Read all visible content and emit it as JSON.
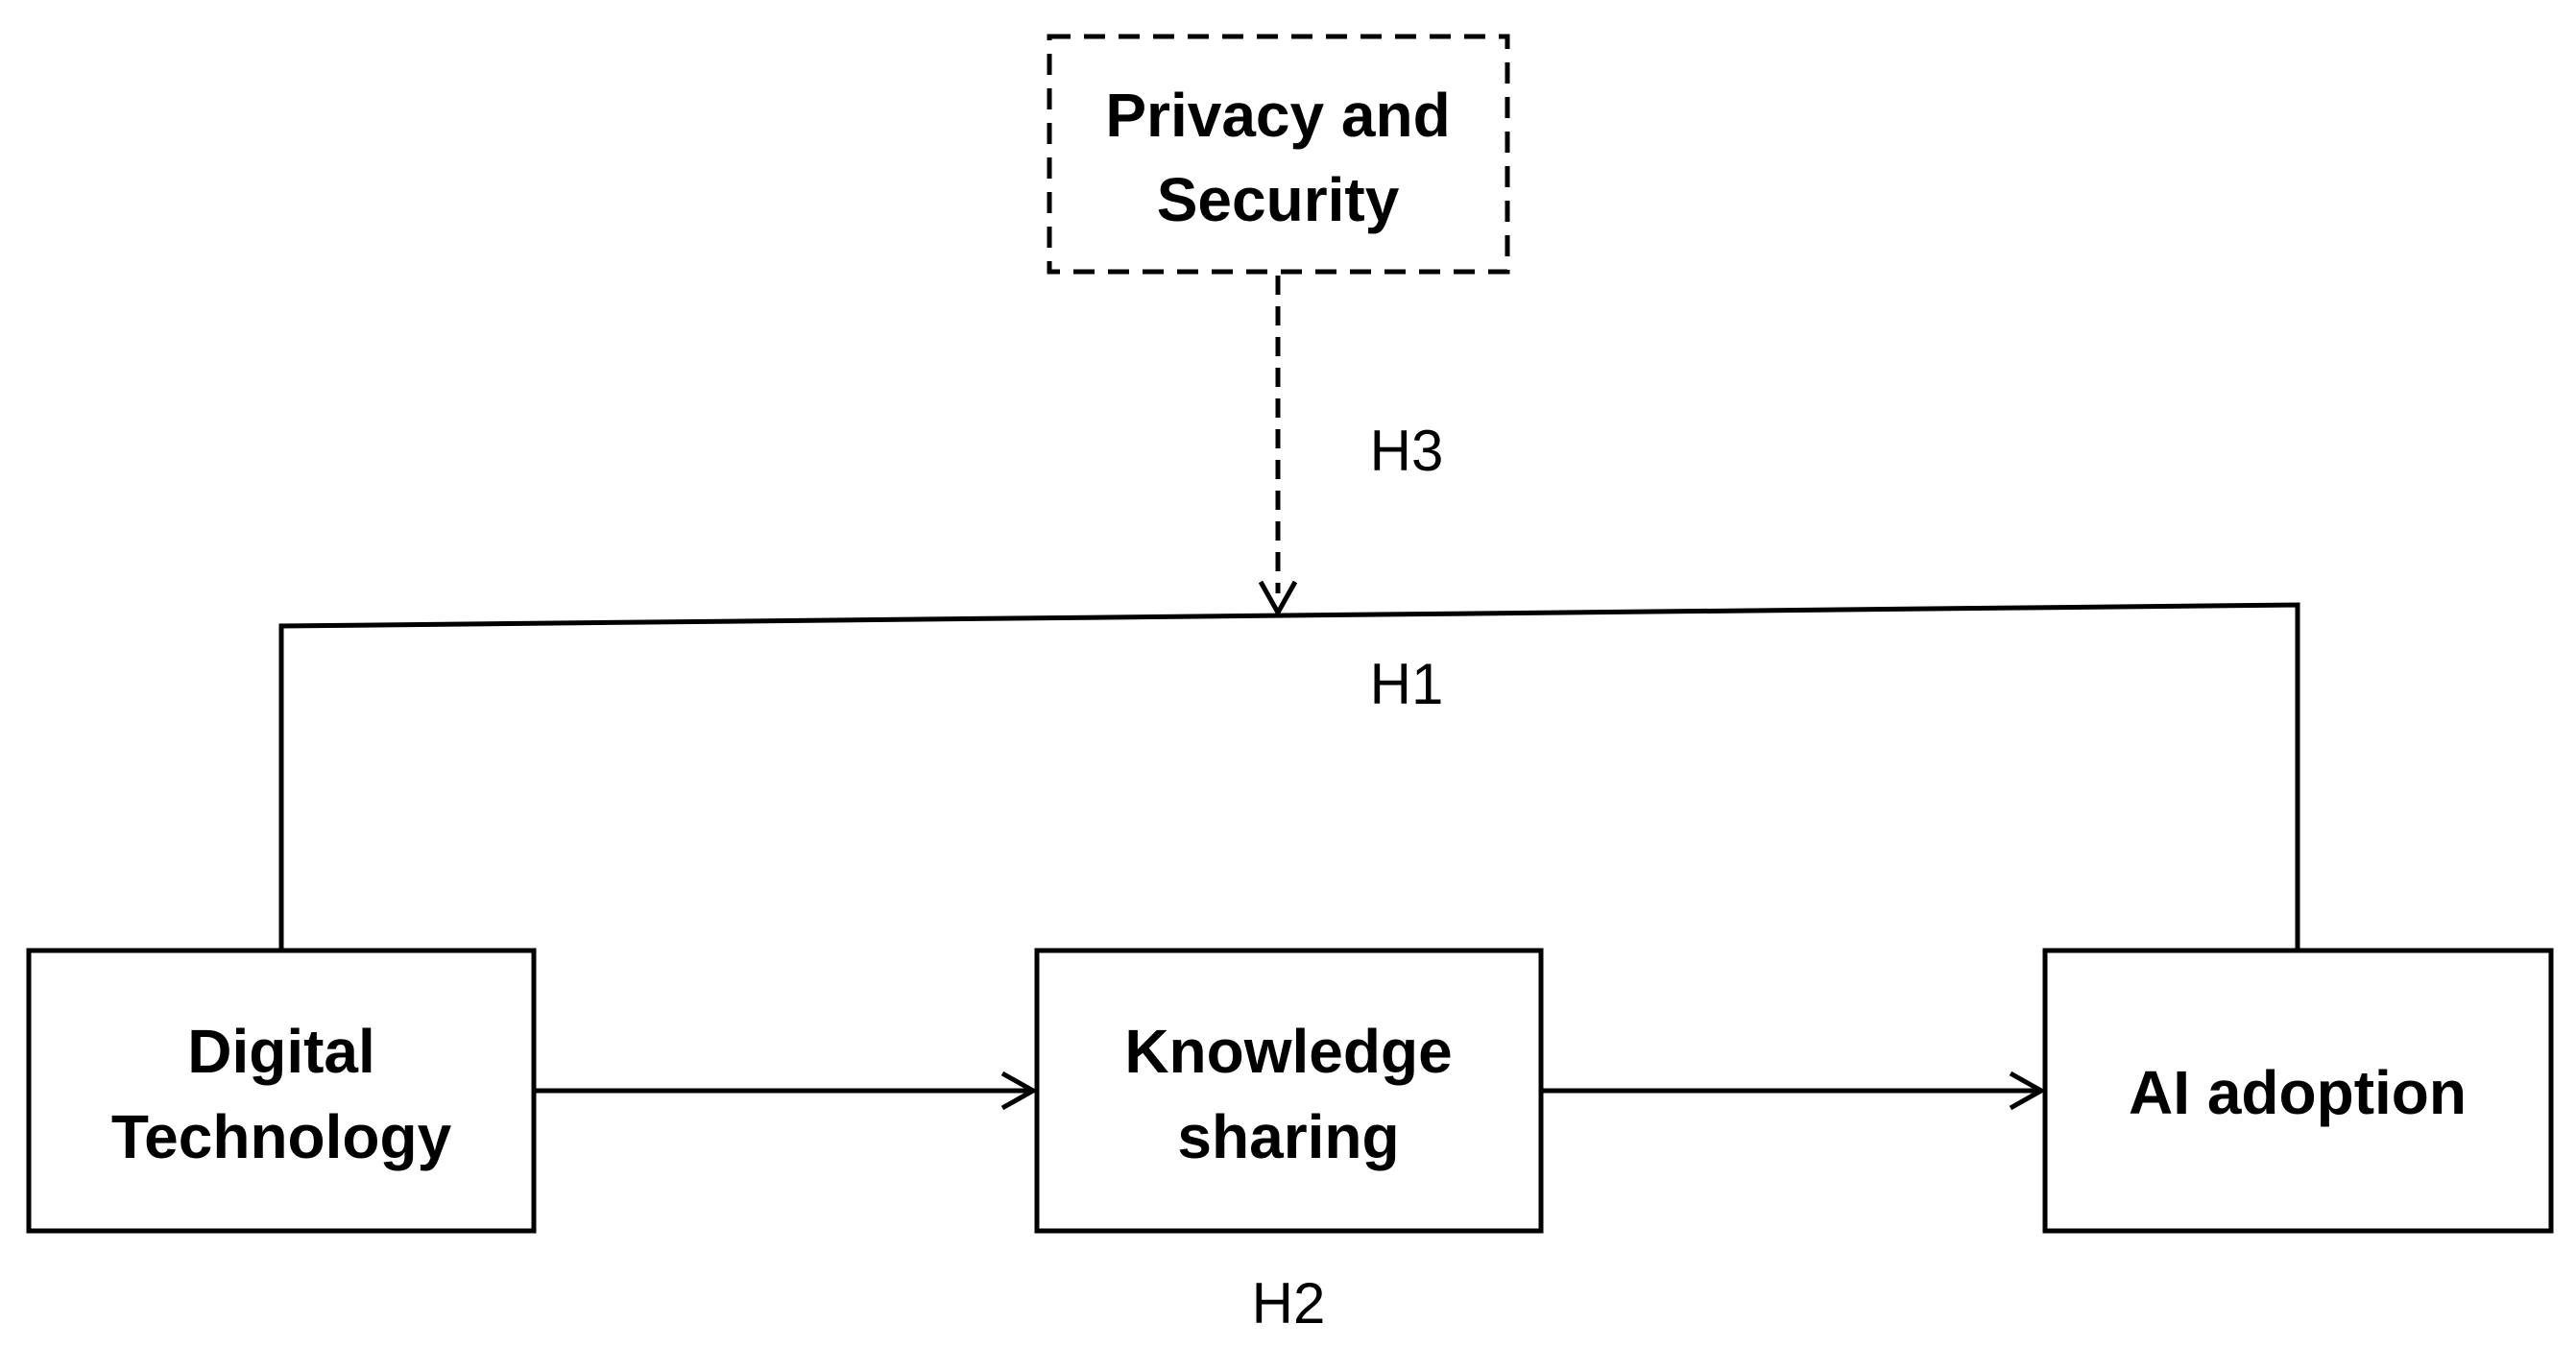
{
  "nodes": {
    "privacy_security": {
      "line1": "Privacy and",
      "line2": "Security",
      "style": "dashed"
    },
    "digital_technology": {
      "line1": "Digital",
      "line2": "Technology"
    },
    "knowledge_sharing": {
      "line1": "Knowledge",
      "line2": "sharing"
    },
    "ai_adoption": {
      "line1": "AI adoption"
    }
  },
  "hypotheses": {
    "h1": "H1",
    "h2": "H2",
    "h3": "H3"
  },
  "colors": {
    "stroke": "#000000",
    "background": "#ffffff",
    "text": "#000000"
  }
}
